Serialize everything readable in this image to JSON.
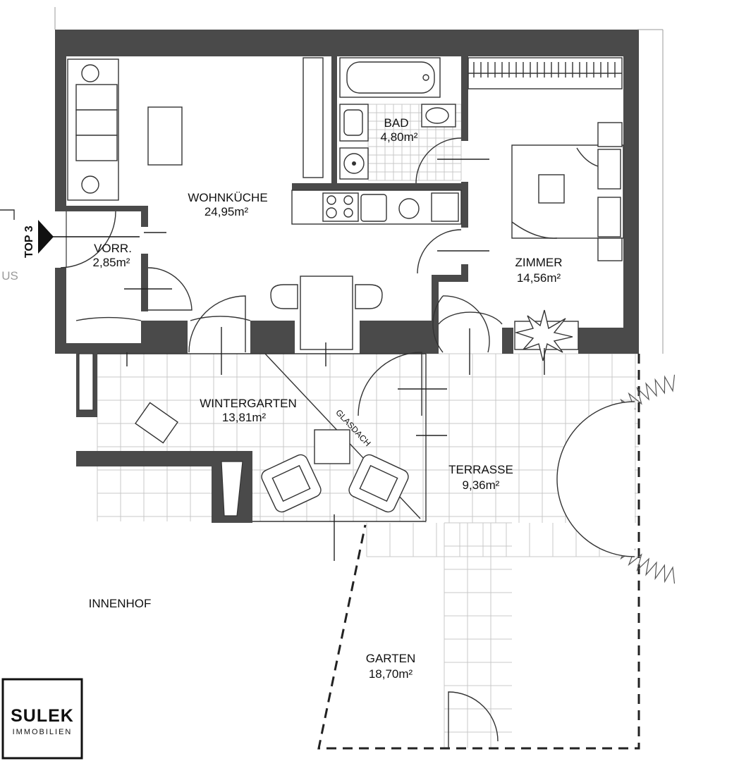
{
  "rooms": {
    "wohnkueche": {
      "name": "WOHNKÜCHE",
      "area": "24,95m²"
    },
    "bad": {
      "name": "BAD",
      "area": "4,80m²"
    },
    "zimmer": {
      "name": "ZIMMER",
      "area": "14,56m²"
    },
    "vorr": {
      "name": "VORR.",
      "area": "2,85m²"
    },
    "wintergarten": {
      "name": "WINTERGARTEN",
      "area": "13,81m²"
    },
    "terrasse": {
      "name": "TERRASSE",
      "area": "9,36m²"
    },
    "garten": {
      "name": "GARTEN",
      "area": "18,70m²"
    }
  },
  "labels": {
    "innenhof": "INNENHOF",
    "glasdach": "GLASDACH",
    "top": "TOP 3",
    "us": "US"
  },
  "logo": {
    "name": "SULEK",
    "subtitle": "IMMOBILIEN"
  }
}
